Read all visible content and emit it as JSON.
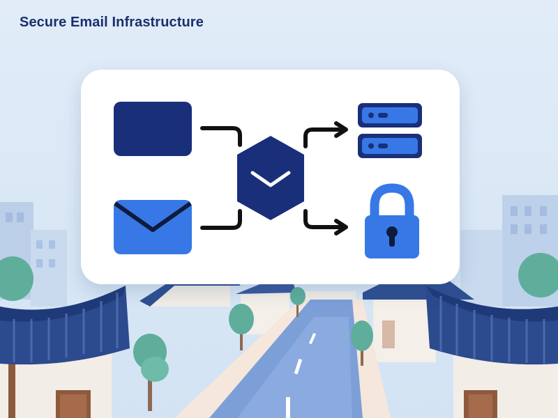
{
  "title": "Secure Email Infrastructure",
  "colors": {
    "sky": "#dce8f5",
    "card": "#ffffff",
    "navy": "#1b2f6b",
    "dark_navy": "#1a2f7a",
    "accent_blue": "#3778e6",
    "connector": "#111111",
    "roof": "#2c4a8e",
    "road": "#7d9fd8",
    "tree": "#5fae9c",
    "wall": "#f3ede7"
  },
  "icons": {
    "top_left": "blank-screen-icon",
    "bottom_left": "envelope-icon",
    "center": "hexagon-check-icon",
    "top_right": "server-icon",
    "bottom_right": "padlock-icon"
  },
  "connectors": [
    "top-left-to-center-connector",
    "bottom-left-to-center-connector",
    "center-to-server-arrow",
    "center-to-lock-arrow"
  ],
  "background": [
    "city-buildings",
    "hanok-roofs",
    "street",
    "trees"
  ]
}
